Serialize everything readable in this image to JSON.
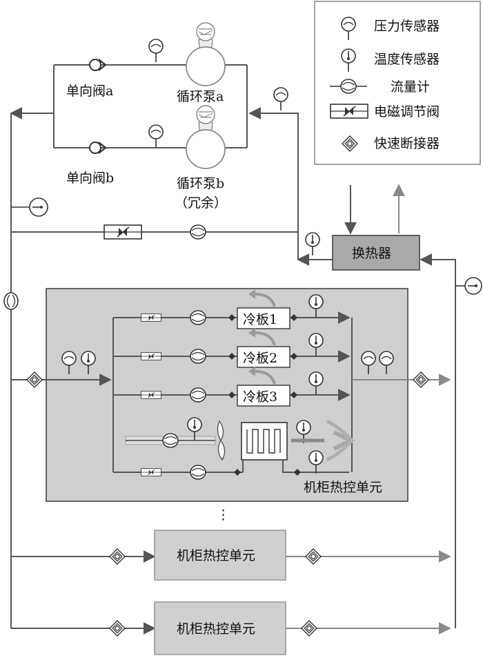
{
  "legend": {
    "pressure_sensor": "压力传感器",
    "temperature_sensor": "温度传感器",
    "flow_meter": "流量计",
    "solenoid_valve": "电磁调节阀",
    "quick_disconnect": "快速断接器"
  },
  "pump_loop": {
    "check_valve_a": "单向阀a",
    "check_valve_b": "单向阀b",
    "pump_a": "循环泵a",
    "pump_b": "循环泵b",
    "pump_b_note": "（冗余）"
  },
  "heat_exchanger": "换热器",
  "cabinet": {
    "cold_plate_1": "冷板1",
    "cold_plate_2": "冷板2",
    "cold_plate_3": "冷板3",
    "unit_label": "机柜热控单元",
    "ellipsis": "⋮"
  },
  "extra_units": [
    "机柜热控单元",
    "机柜热控单元"
  ],
  "colors": {
    "pipe": "#555555",
    "unit_fill": "#d0d0d0",
    "cabinet_fill": "#cfcfcf",
    "heat_exchanger_fill": "#a9a9a9",
    "airflow_arrow": "#9a9a9a"
  }
}
